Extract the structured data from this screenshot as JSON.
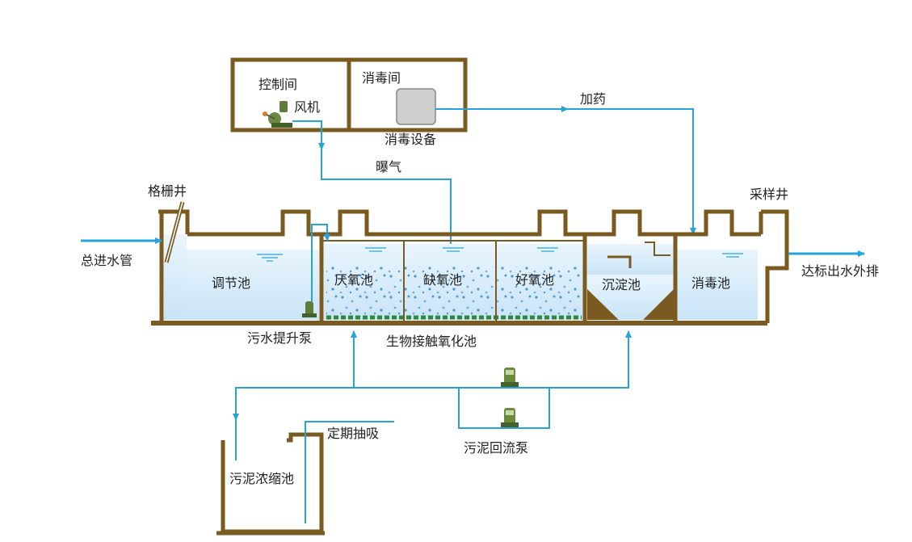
{
  "labels": {
    "control_room": "控制间",
    "disinfect_room": "消毒间",
    "blower": "风机",
    "disinfect_equipment": "消毒设备",
    "dosing": "加药",
    "aeration": "曝气",
    "screen_well": "格栅井",
    "sampling_well": "采样井",
    "main_inlet": "总进水管",
    "discharge": "达标出水外排",
    "regulating_tank": "调节池",
    "anaerobic_tank": "厌氧池",
    "anoxic_tank": "缺氧池",
    "aerobic_tank": "好氧池",
    "sedimentation_tank": "沉淀池",
    "disinfection_tank": "消毒池",
    "lift_pump": "污水提升泵",
    "bio_contact_tank": "生物接触氧化池",
    "sludge_thickener": "污泥浓缩池",
    "periodic_pumping": "定期抽吸",
    "sludge_return_pump": "污泥回流泵"
  },
  "colors": {
    "wall": "#7a5a1e",
    "pipe": "#27a3dc",
    "water": "#d6ecfa",
    "bubble": "#3a8fd0",
    "media": "#2e8b3e",
    "equipment": "#cfcfcf"
  }
}
